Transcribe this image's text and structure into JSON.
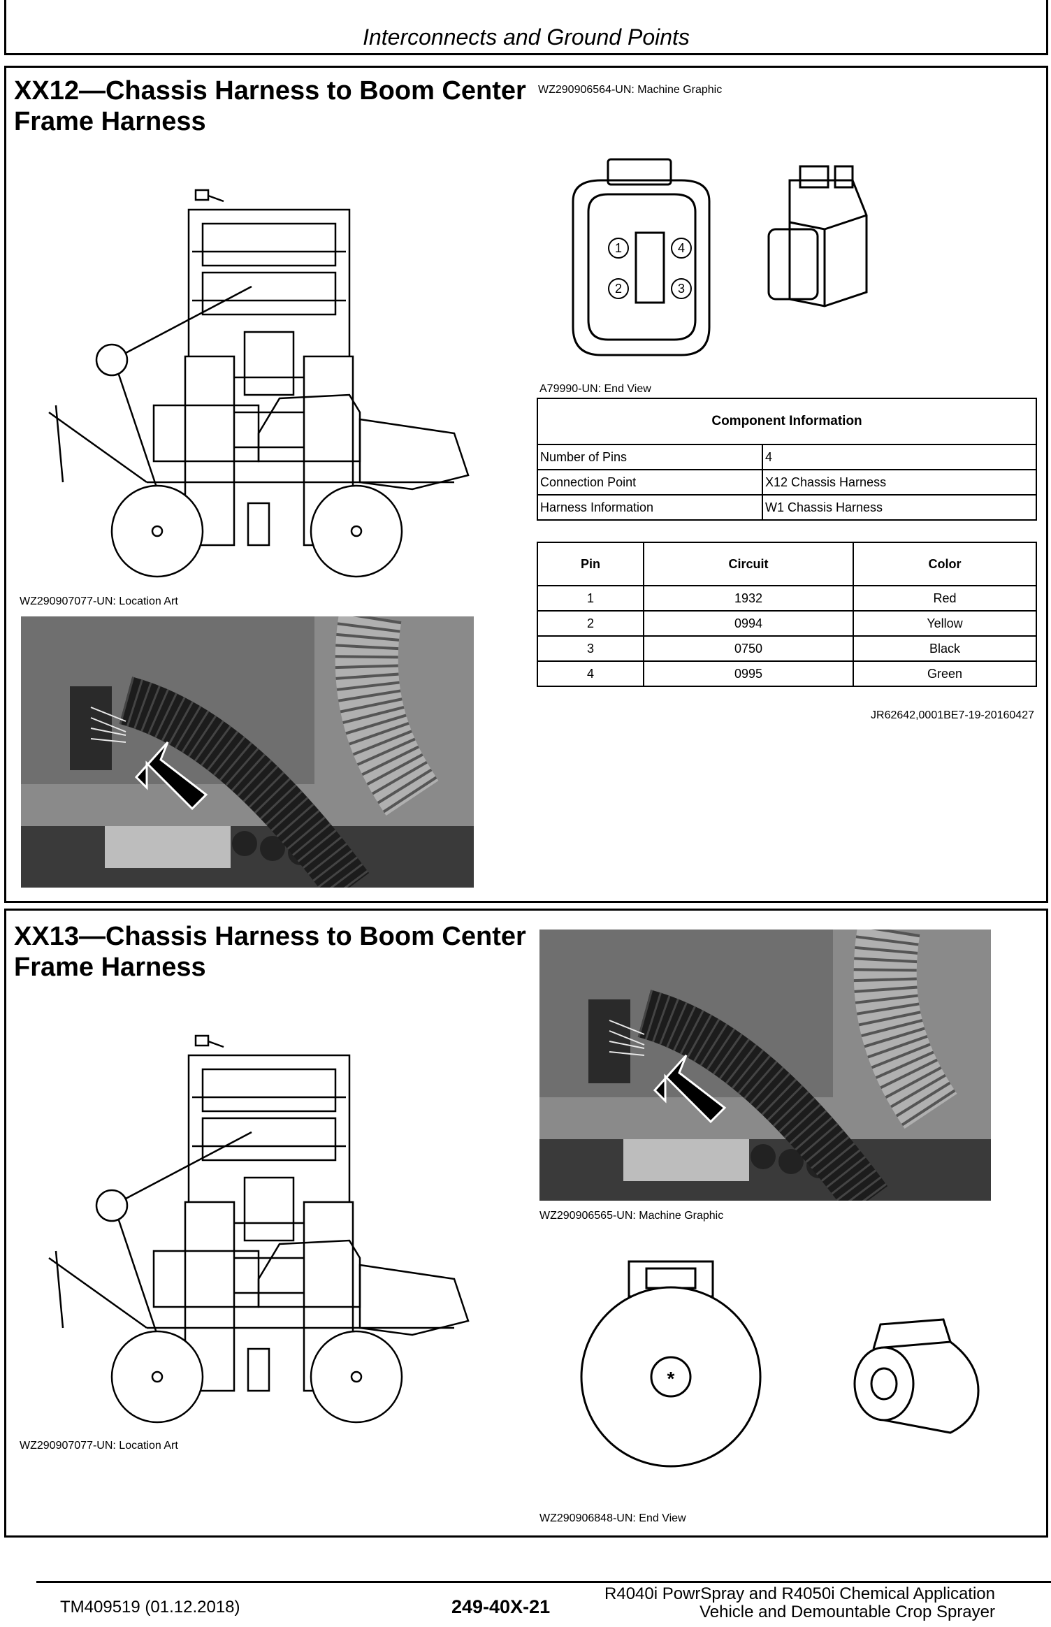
{
  "header": {
    "title": "Interconnects and Ground Points"
  },
  "section1": {
    "title_line1": "XX12—Chassis Harness to Boom Center",
    "title_line2": "Frame Harness",
    "machine_graphic_caption": "WZ290906564-UN: Machine Graphic",
    "end_view_caption": "A79990-UN: End View",
    "location_art_caption": "WZ290907077-UN: Location Art",
    "connector_pins": [
      "1",
      "4",
      "2",
      "3"
    ],
    "component_info": {
      "heading": "Component Information",
      "rows": [
        {
          "label": "Number of Pins",
          "value": "4"
        },
        {
          "label": "Connection Point",
          "value": "X12 Chassis Harness"
        },
        {
          "label": "Harness Information",
          "value": "W1 Chassis Harness"
        }
      ]
    },
    "pin_table": {
      "headers": [
        "Pin",
        "Circuit",
        "Color"
      ],
      "rows": [
        [
          "1",
          "1932",
          "Red"
        ],
        [
          "2",
          "0994",
          "Yellow"
        ],
        [
          "3",
          "0750",
          "Black"
        ],
        [
          "4",
          "0995",
          "Green"
        ]
      ]
    },
    "reference": "JR62642,0001BE7-19-20160427"
  },
  "section2": {
    "title_line1": "XX13—Chassis Harness to Boom Center",
    "title_line2": "Frame Harness",
    "machine_graphic_caption": "WZ290906565-UN: Machine Graphic",
    "location_art_caption": "WZ290907077-UN: Location Art",
    "end_view_caption": "WZ290906848-UN: End View",
    "connector_symbol": "*"
  },
  "footer": {
    "doc_id": "TM409519 (01.12.2018)",
    "page_number": "249-40X-21",
    "product_line1": "R4040i PowrSpray and R4050i Chemical Application",
    "product_line2": "Vehicle and Demountable Crop Sprayer"
  }
}
